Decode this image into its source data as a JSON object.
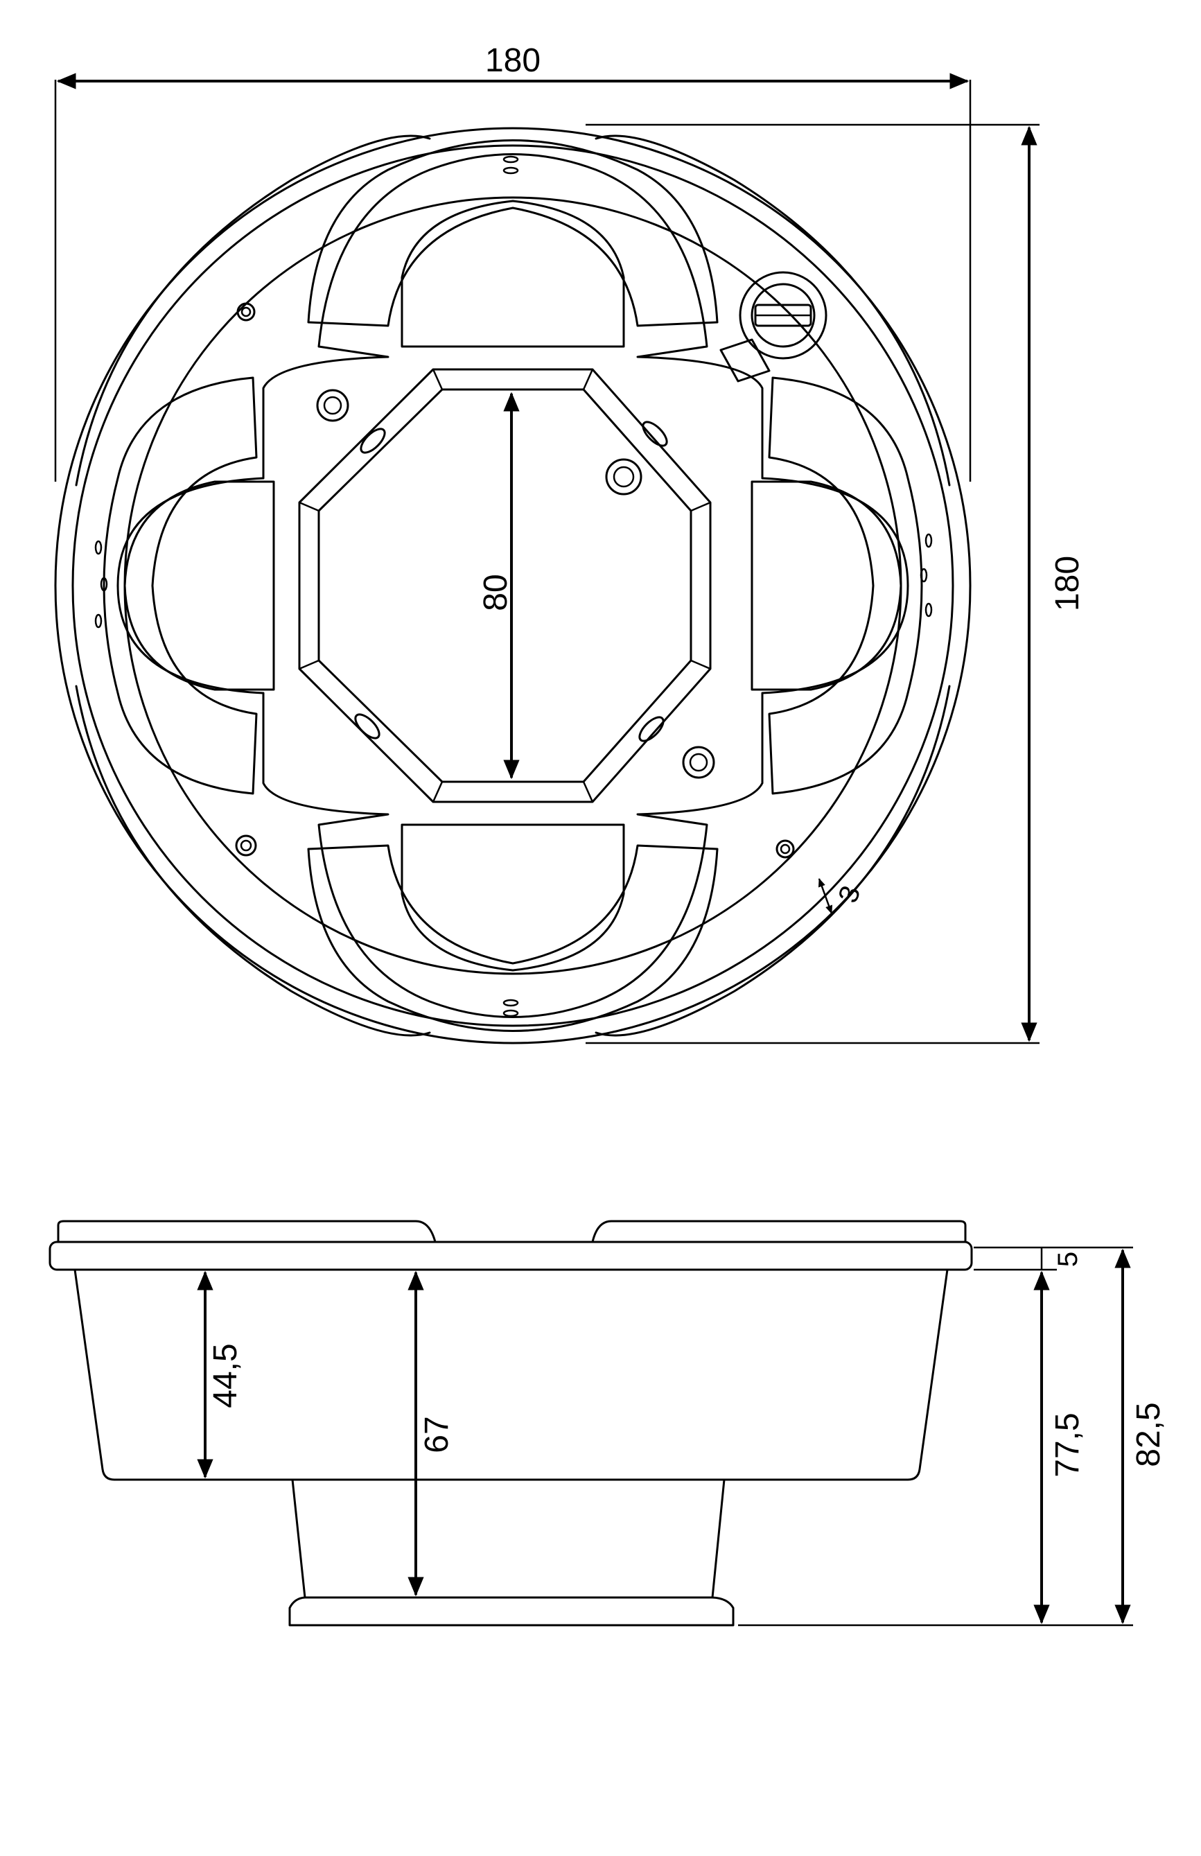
{
  "top_view": {
    "width_label": "180",
    "height_label": "180",
    "footwell_label": "80",
    "rim_label": "3"
  },
  "side_view": {
    "seat_depth_label": "44,5",
    "footwell_depth_label": "67",
    "rim_thickness_label": "5",
    "body_height_label": "77,5",
    "total_height_label": "82,5"
  },
  "colors": {
    "line": "#000000",
    "background": "#ffffff"
  }
}
